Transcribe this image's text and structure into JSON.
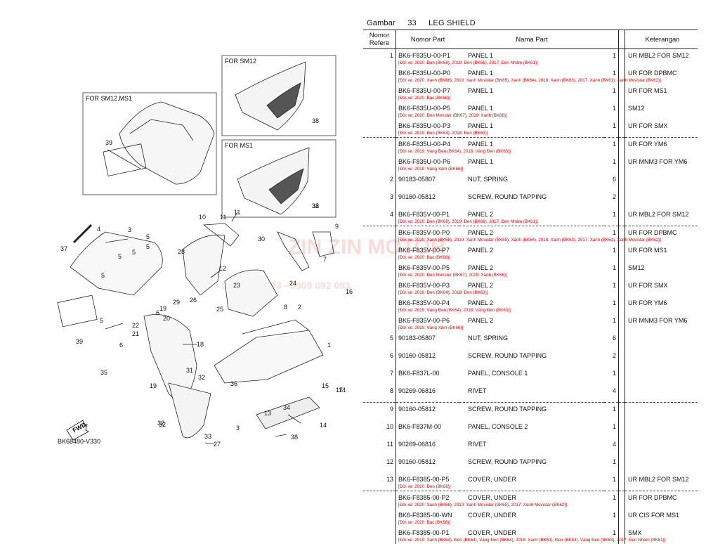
{
  "header": {
    "label": "Gambar",
    "number": "33",
    "title": "LEG SHIELD"
  },
  "columns": {
    "ref": "Nomor Refere",
    "part_no": "Nomor Part",
    "name": "Nama Part",
    "remarks": "Keterangan"
  },
  "rows": [
    {
      "ref": "1",
      "no": "BK6-F835U-00-P1",
      "name": "PANEL 1",
      "qty": "1",
      "rem": "UR MBL2 FOR SM12",
      "note": "[Đời xe: 2020: Đen (BK68), 2019: Đen (BK66), 2017: Đen Nhám (BK61)]"
    },
    {
      "ref": "",
      "no": "BK6-F835U-00-P0",
      "name": "PANEL 1",
      "qty": "1",
      "rem": "UR FOR DPBMC",
      "note": "[Đời xe: 2020: Xanh (BK68), 2019: Xanh Movistar (BK65), Xanh (BK64), 2018: Xanh (BK63), 2017: Xanh (BK61), Xanh Movistar (BK62)]"
    },
    {
      "ref": "",
      "no": "BK6-F835U-00-P7",
      "name": "PANEL 1",
      "qty": "1",
      "rem": "UR FOR MS1",
      "note": "[Đời xe: 2020: Bạc (BK68)]"
    },
    {
      "ref": "",
      "no": "BK6-F835U-00-P5",
      "name": "PANEL 1",
      "qty": "1",
      "rem": "SM12",
      "note": "[Đời xe: 2020: Đen Monster (BK67), 2019: Xanh (BK66)]"
    },
    {
      "ref": "",
      "no": "BK6-F835U-00-P3",
      "name": "PANEL 1",
      "qty": "1",
      "rem": "UR FOR SMX",
      "note": "[Đời xe: 2019: Đen (BK64), 2018: Đen (BK63)]"
    },
    {
      "ref": "",
      "no": "BK6-F835U-00-P4",
      "name": "PANEL 1",
      "qty": "1",
      "rem": "UR FOR YM6",
      "note": "[Đời xe: 2019: Vàng Đen (BK64), 2018: Vàng Đen (BK63)]",
      "sep": true
    },
    {
      "ref": "",
      "no": "BK6-F835U-00-P6",
      "name": "PANEL 1",
      "qty": "1",
      "rem": "UR MNM3 FOR YM6",
      "note": "[Đời xe: 2019: Vàng Xám (BK66)]"
    },
    {
      "ref": "2",
      "no": "90183-05807",
      "name": "NUT, SPRING",
      "qty": "6",
      "rem": "",
      "note": ""
    },
    {
      "ref": "3",
      "no": "90160-05812",
      "name": "SCREW, ROUND TAPPING",
      "qty": "2",
      "rem": "",
      "note": ""
    },
    {
      "ref": "4",
      "no": "BK6-F835V-00-P1",
      "name": "PANEL 2",
      "qty": "1",
      "rem": "UR MBL2 FOR SM12",
      "note": "[Đời xe: 2020: Đen (BK68), 2019: Đen (BK66), 2017: Đen Nhám (BK61)]"
    },
    {
      "ref": "",
      "no": "BK6-F835V-00-P0",
      "name": "PANEL 2",
      "qty": "1",
      "rem": "UR FOR DPBMC",
      "note": "[Đời xe: 2020: Xanh (BK68), 2019: Xanh Movistar (BK65), Xanh (BK64), 2018: Xanh (BK63), 2017: Xanh (BK61), Xanh Movistar (BK62)]",
      "sep": true
    },
    {
      "ref": "",
      "no": "BK6-F835V-00-P7",
      "name": "PANEL 2",
      "qty": "1",
      "rem": "UR FOR MS1",
      "note": "[Đời xe: 2020: Bạc (BK68)]"
    },
    {
      "ref": "",
      "no": "BK6-F835V-00-P5",
      "name": "PANEL 2",
      "qty": "1",
      "rem": "SM12",
      "note": "[Đời xe: 2020: Đen Monster (BK67), 2019: Xanh (BK66)]"
    },
    {
      "ref": "",
      "no": "BK6-F835V-00-P3",
      "name": "PANEL 2",
      "qty": "1",
      "rem": "UR FOR SMX",
      "note": "[Đời xe: 2019: Đen (BK64), 2018: Đen (BK63)]"
    },
    {
      "ref": "",
      "no": "BK6-F835V-00-P4",
      "name": "PANEL 2",
      "qty": "1",
      "rem": "UR FOR YM6",
      "note": "[Đời xe: 2019: Vàng Đen (BK64), 2018: Vàng Đen (BK63)]"
    },
    {
      "ref": "",
      "no": "BK6-F835V-00-P6",
      "name": "PANEL 2",
      "qty": "1",
      "rem": "UR MNM3 FOR YM6",
      "note": "[Đời xe: 2019: Vàng Xám (BK66)]"
    },
    {
      "ref": "5",
      "no": "90183-05807",
      "name": "NUT, SPRING",
      "qty": "6",
      "rem": "",
      "note": ""
    },
    {
      "ref": "6",
      "no": "90160-05812",
      "name": "SCREW, ROUND TAPPING",
      "qty": "2",
      "rem": "",
      "note": ""
    },
    {
      "ref": "7",
      "no": "BK6-F837L-00",
      "name": "PANEL, CONSOLE 1",
      "qty": "1",
      "rem": "",
      "note": ""
    },
    {
      "ref": "8",
      "no": "90269-06816",
      "name": "RIVET",
      "qty": "4",
      "rem": "",
      "note": ""
    },
    {
      "ref": "9",
      "no": "90160-05812",
      "name": "SCREW, ROUND TAPPING",
      "qty": "1",
      "rem": "",
      "note": "",
      "sep": true
    },
    {
      "ref": "10",
      "no": "BK6-F837M-00",
      "name": "PANEL, CONSOLE 2",
      "qty": "1",
      "rem": "",
      "note": ""
    },
    {
      "ref": "11",
      "no": "90269-06816",
      "name": "RIVET",
      "qty": "4",
      "rem": "",
      "note": ""
    },
    {
      "ref": "12",
      "no": "90160-05812",
      "name": "SCREW, ROUND TAPPING",
      "qty": "1",
      "rem": "",
      "note": ""
    },
    {
      "ref": "13",
      "no": "BK6-F8385-00-P5",
      "name": "COVER, UNDER",
      "qty": "1",
      "rem": "UR MBL2 FOR SM12",
      "note": "[Đời xe: 2020: Đen (BK68)]"
    },
    {
      "ref": "",
      "no": "BK6-F8385-00-P2",
      "name": "COVER, UNDER",
      "qty": "1",
      "rem": "UR FOR DPBMC",
      "note": "[Đời xe: 2020: Xanh (BK68), 2019: Xanh Movistar (BK65), 2017: Xanh Movistar (BK62)]",
      "sep": true
    },
    {
      "ref": "",
      "no": "BK6-F8385-00-WN",
      "name": "COVER, UNDER",
      "qty": "1",
      "rem": "UR CIS FOR MS1",
      "note": "[Đời xe: 2020: Bạc (BK68)]"
    },
    {
      "ref": "",
      "no": "BK6-F8385-00-P1",
      "name": "COVER, UNDER",
      "qty": "1",
      "rem": "SMX",
      "note": "[Đời xe: 2019: Xanh (BK64), Đen (BK64), Vàng Đen (BK64), 2018: Xanh (BK63), Đen (BK63), Vàng Đen (BK63), 2017: Đen Nhám (BK61)]"
    }
  ],
  "diagram": {
    "inset_sm12_ms1": "FOR SM12,MS1",
    "inset_sm12": "FOR SM12",
    "inset_ms1": "FOR MS1",
    "code": "BK68480-V330",
    "fwd": "FWD",
    "callouts": [
      "39",
      "38",
      "38",
      "37",
      "4",
      "5",
      "5",
      "5",
      "5",
      "3",
      "5",
      "39",
      "35",
      "6",
      "5",
      "22",
      "21",
      "19",
      "20",
      "6",
      "19",
      "18",
      "31",
      "32",
      "36",
      "32",
      "33",
      "27",
      "28",
      "12",
      "10",
      "11",
      "11",
      "30",
      "29",
      "26",
      "25",
      "23",
      "24",
      "2",
      "8",
      "9",
      "7",
      "1",
      "16",
      "15",
      "17",
      "14",
      "13",
      "14",
      "3",
      "34",
      "38",
      "32",
      "32"
    ]
  },
  "watermark": {
    "brand": "ZIN ZIN MOTOR",
    "phone": "0909 092 093 - 0909 092 093"
  }
}
